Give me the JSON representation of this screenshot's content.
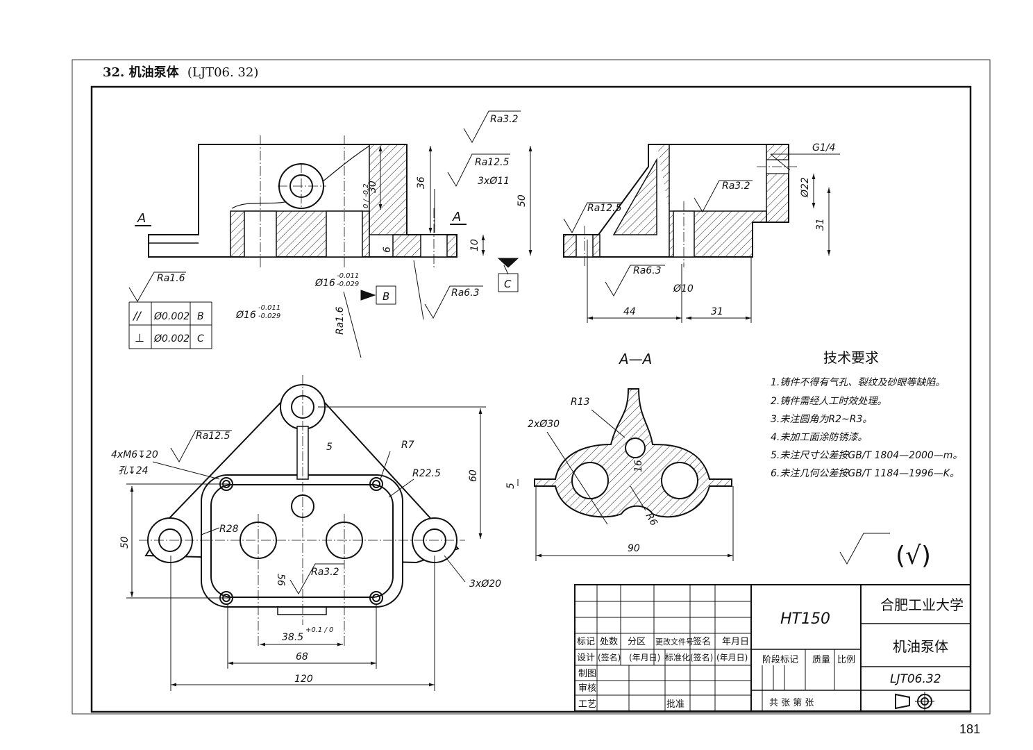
{
  "header": {
    "number": "32.",
    "title": "机油泵体",
    "code": "(LJT06. 32)"
  },
  "page_number": "181",
  "views": {
    "section_label": "A—A",
    "cut_marks": [
      "A",
      "A"
    ]
  },
  "annotations": {
    "ra32": "Ra3.2",
    "ra125": "Ra12.5",
    "ra16": "Ra1.6",
    "ra63": "Ra6.3",
    "holes_3x11": "3xØ11",
    "g14": "G1/4",
    "d22": "Ø22",
    "d10": "Ø10",
    "d16a": "Ø16",
    "d16_tol_upper": "-0.011",
    "d16_tol_lower": "-0.029",
    "dim_30": "30",
    "dim_30_tol": "0 / -0.2",
    "dim_36": "36",
    "dim_50": "50",
    "dim_6": "6",
    "dim_10": "10",
    "dim_31": "31",
    "dim_44": "44",
    "datum_b": "B",
    "datum_c": "C",
    "tol_frame": [
      {
        "symbol": "//",
        "value": "Ø0.002",
        "datum": "B"
      },
      {
        "symbol": "⊥",
        "value": "Ø0.002",
        "datum": "C"
      }
    ],
    "m6": "4xM6↧20",
    "m6_hole": "孔↧24",
    "r7": "R7",
    "r225": "R22.5",
    "r28": "R28",
    "r13": "R13",
    "r6": "R6",
    "holes_2x30": "2xØ30",
    "holes_3x20": "3xØ20",
    "dim_5": "5",
    "dim_60": "60",
    "dim_56": "56",
    "dim_385": "38.5",
    "dim_385_tol": "+0.1 / 0",
    "dim_68": "68",
    "dim_120": "120",
    "dim_90": "90",
    "dim_16": "16"
  },
  "tech_requirements": {
    "title": "技术要求",
    "items": [
      "1.铸件不得有气孔、裂纹及砂眼等缺陷。",
      "2.铸件需经人工时效处理。",
      "3.未注圆角为R2~R3。",
      "4.未加工面涂防锈漆。",
      "5.未注尺寸公差按GB/T 1804—2000—m。",
      "6.未注几何公差按GB/T 1184—1996—K。"
    ]
  },
  "surface_default": "(√)",
  "title_block": {
    "material": "HT150",
    "school": "合肥工业大学",
    "part_name": "机油泵体",
    "drawing_no": "LJT06.32",
    "row_labels": [
      "标记",
      "处数",
      "分区",
      "更改文件号",
      "签名",
      "年月日"
    ],
    "design_row": [
      "设计",
      "(签名)",
      "(年月日)",
      "标准化",
      "(签名)",
      "(年月日)"
    ],
    "left_labels": [
      "制图",
      "审核",
      "工艺"
    ],
    "approve": "批准",
    "stage": "阶段标记",
    "mass": "质量",
    "scale": "比例",
    "sheets": "共  张  第  张"
  }
}
